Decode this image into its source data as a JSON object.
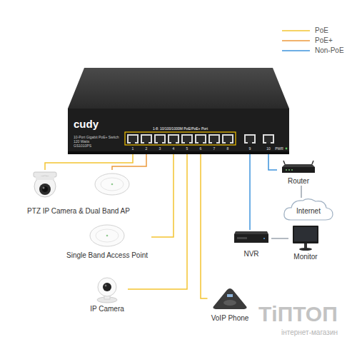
{
  "diagram": {
    "nodes": [
      {
        "text": [
          "cudy",
          "10-Port Gigabit PoE+ Switch",
          "120 Watts",
          "GS1010PS",
          "1-8: 10/100/1000M PoE/PoE+ Port"
        ]
      },
      {
        "text": [
          "PTZ IP Camera & Dual Band AP"
        ]
      },
      {
        "text": [
          "Single Band Access Point"
        ]
      },
      {
        "text": [
          "IP Camera"
        ]
      },
      {
        "text": [
          "VoIP Phone"
        ]
      },
      {
        "text": [
          "Router"
        ]
      },
      {
        "text": [
          "Internet"
        ]
      },
      {
        "text": [
          "NVR"
        ]
      },
      {
        "text": [
          "Monitor"
        ]
      }
    ],
    "edges": [
      {
        "from": 0,
        "to": 1,
        "arrow": "none"
      },
      {
        "from": 0,
        "to": 1,
        "arrow": "none"
      },
      {
        "from": 0,
        "to": 2,
        "arrow": "none"
      },
      {
        "from": 0,
        "to": 3,
        "arrow": "none"
      },
      {
        "from": 0,
        "to": 4,
        "arrow": "none"
      },
      {
        "from": 0,
        "to": 5,
        "arrow": "none"
      },
      {
        "from": 5,
        "to": 6,
        "arrow": "none"
      },
      {
        "from": 0,
        "to": 7,
        "arrow": "none"
      },
      {
        "from": 7,
        "to": 8,
        "arrow": "none"
      }
    ],
    "labels": [
      "1",
      "2",
      "3",
      "4",
      "5",
      "6",
      "7",
      "8",
      "9",
      "10",
      "PWR",
      "ТіПТОП",
      "інтернет-магазин"
    ],
    "legend": [
      {
        "text": "PoE"
      },
      {
        "text": "PoE+"
      },
      {
        "text": "Non-PoE"
      }
    ]
  }
}
